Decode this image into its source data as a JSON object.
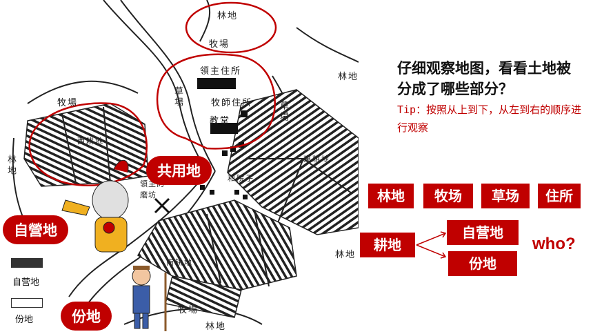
{
  "map_labels": {
    "forest_top": "林地",
    "pasture_top": "牧場",
    "forest_right": "林地",
    "manor_house": "領主住所",
    "meadow_left": "草場",
    "priest_house": "牧師住所",
    "church": "教堂",
    "meadow_right": "草場",
    "pasture_left": "牧場",
    "west_field": "西耕地",
    "forest_left": "林地",
    "east_field": "東耕地",
    "mill": "領主的磨坊",
    "village": "和院子",
    "forest_mid_right": "林地",
    "south_field": "南耕地",
    "pasture_bottom": "牧場",
    "forest_bottom": "林地"
  },
  "callouts": {
    "common_land": "共用地",
    "demesne": "自營地",
    "tenant_land": "份地"
  },
  "legend": {
    "demesne": "自营地",
    "tenant_land": "份地"
  },
  "question": "仔细观察地图，看看土地被分成了哪些部分？",
  "tip": "Tip：按照从上到下，从左到右的顺序进行观察",
  "categories": [
    "林地",
    "牧场",
    "草场",
    "住所"
  ],
  "arable": {
    "label": "耕地",
    "split": [
      "自营地",
      "份地"
    ],
    "who": "who?"
  },
  "colors": {
    "accent": "#c00000"
  }
}
